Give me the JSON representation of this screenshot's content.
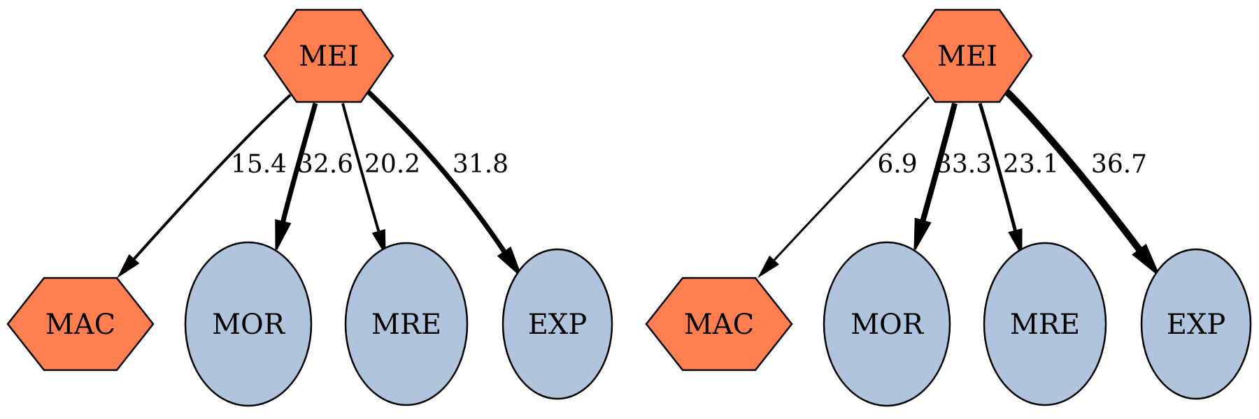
{
  "colors": {
    "hexagon_fill": "#ff7f50",
    "ellipse_fill": "#b0c4de",
    "stroke": "#000000",
    "background": "#ffffff"
  },
  "graphs": [
    {
      "nodes": [
        {
          "id": "MEI",
          "label": "MEI",
          "shape": "hexagon"
        },
        {
          "id": "MAC",
          "label": "MAC",
          "shape": "hexagon"
        },
        {
          "id": "MOR",
          "label": "MOR",
          "shape": "ellipse"
        },
        {
          "id": "MRE",
          "label": "MRE",
          "shape": "ellipse"
        },
        {
          "id": "EXP",
          "label": "EXP",
          "shape": "ellipse"
        }
      ],
      "edges": [
        {
          "from": "MEI",
          "to": "MAC",
          "label": "15.4"
        },
        {
          "from": "MEI",
          "to": "MOR",
          "label": "32.6"
        },
        {
          "from": "MEI",
          "to": "MRE",
          "label": "20.2"
        },
        {
          "from": "MEI",
          "to": "EXP",
          "label": "31.8"
        }
      ]
    },
    {
      "nodes": [
        {
          "id": "MEI",
          "label": "MEI",
          "shape": "hexagon"
        },
        {
          "id": "MAC",
          "label": "MAC",
          "shape": "hexagon"
        },
        {
          "id": "MOR",
          "label": "MOR",
          "shape": "ellipse"
        },
        {
          "id": "MRE",
          "label": "MRE",
          "shape": "ellipse"
        },
        {
          "id": "EXP",
          "label": "EXP",
          "shape": "ellipse"
        }
      ],
      "edges": [
        {
          "from": "MEI",
          "to": "MAC",
          "label": "6.9"
        },
        {
          "from": "MEI",
          "to": "MOR",
          "label": "33.3"
        },
        {
          "from": "MEI",
          "to": "MRE",
          "label": "23.1"
        },
        {
          "from": "MEI",
          "to": "EXP",
          "label": "36.7"
        }
      ]
    }
  ]
}
